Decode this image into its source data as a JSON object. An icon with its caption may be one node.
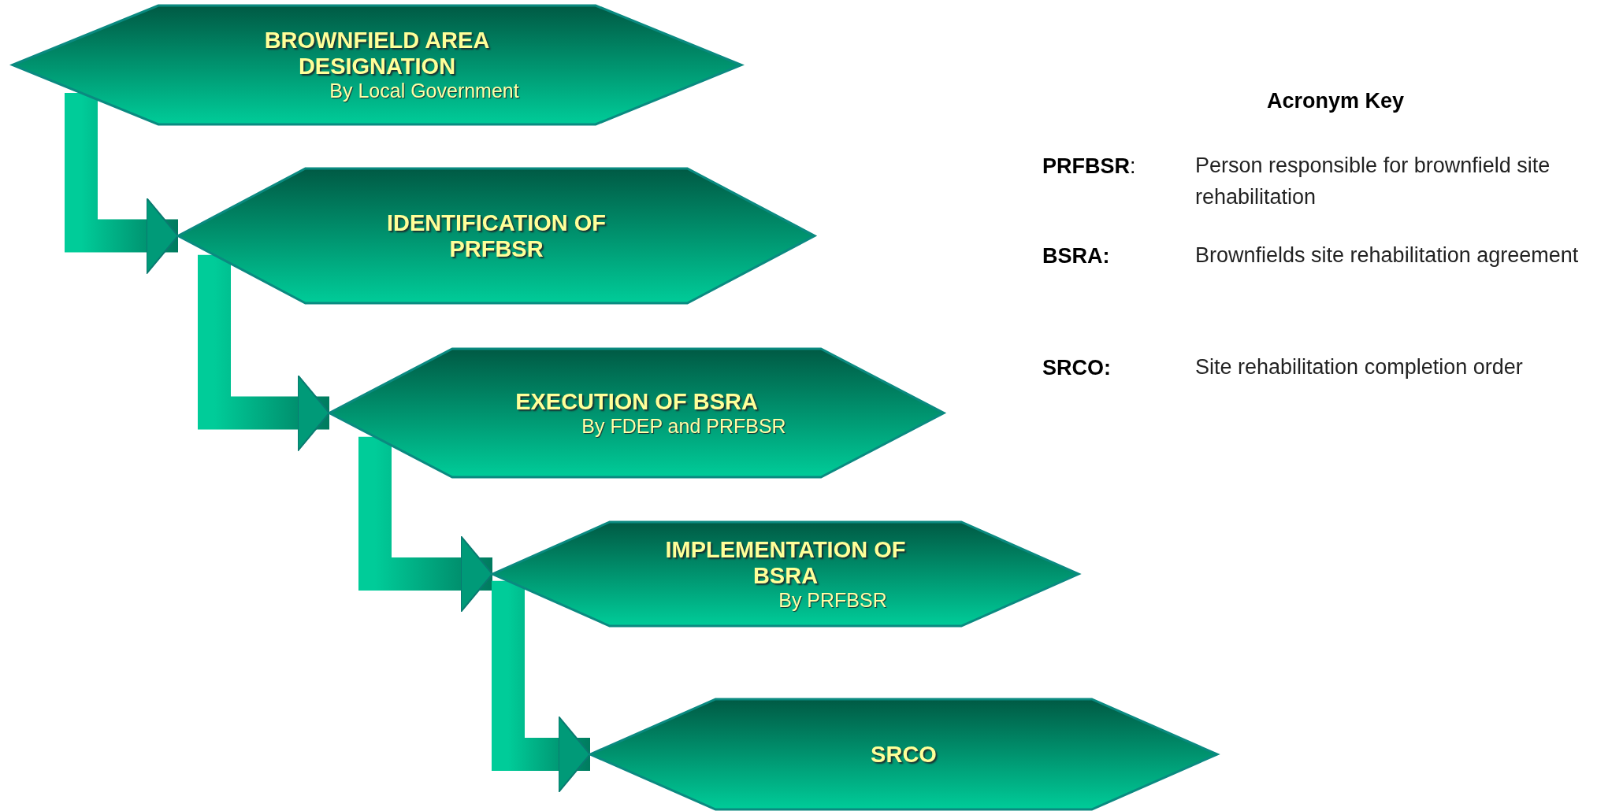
{
  "diagram": {
    "nodes": [
      {
        "text": [
          "BROWNFIELD AREA DESIGNATION",
          "By Local Government"
        ]
      },
      {
        "text": [
          "IDENTIFICATION OF PRFBSR"
        ]
      },
      {
        "text": [
          "EXECUTION OF BSRA",
          "By FDEP and PRFBSR"
        ]
      },
      {
        "text": [
          "IMPLEMENTATION OF BSRA",
          "By PRFBSR"
        ]
      },
      {
        "text": [
          "SRCO"
        ]
      }
    ],
    "edges": [
      {
        "from": 0,
        "to": 1,
        "arrow": "to",
        "style": "thick"
      },
      {
        "from": 1,
        "to": 2,
        "arrow": "to",
        "style": "thick"
      },
      {
        "from": 2,
        "to": 3,
        "arrow": "to",
        "style": "thick"
      },
      {
        "from": 3,
        "to": 4,
        "arrow": "to",
        "style": "thick"
      }
    ],
    "labels": [
      "Acronym Key",
      "**PRFBSR**:",
      "Person responsible for brownfield site rehabilitation",
      "BSRA:",
      "Brownfields site rehabilitation agreement",
      "SRCO:",
      "Site rehabilitation completion order"
    ]
  }
}
